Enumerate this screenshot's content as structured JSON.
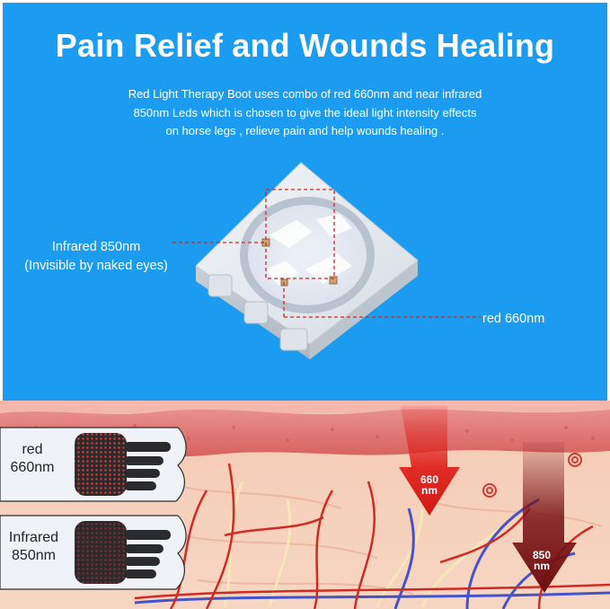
{
  "title": "Pain Relief and Wounds Healing",
  "description_lines": [
    "Red Light Therapy Boot uses combo of red 660nm and near infrared",
    "850nm Leds which is chosen to give the ideal light intensity effects",
    "on horse legs , relieve pain and help wounds healing ."
  ],
  "callouts": {
    "infrared_line1": "Infrared 850nm",
    "infrared_line2": "(Invisible by naked eyes)",
    "red": "red 660nm"
  },
  "legend": {
    "red_line1": "red",
    "red_line2": "660nm",
    "ir_line1": "Infrared",
    "ir_line2": "850nm"
  },
  "arrows": {
    "red_value": "660",
    "red_unit": "nm",
    "ir_value": "850",
    "ir_unit": "nm"
  },
  "colors": {
    "background_blue": "#1b9cf0",
    "red_light": "#e0241f",
    "infrared": "#8a1418",
    "skin": "#f3c2a8"
  }
}
